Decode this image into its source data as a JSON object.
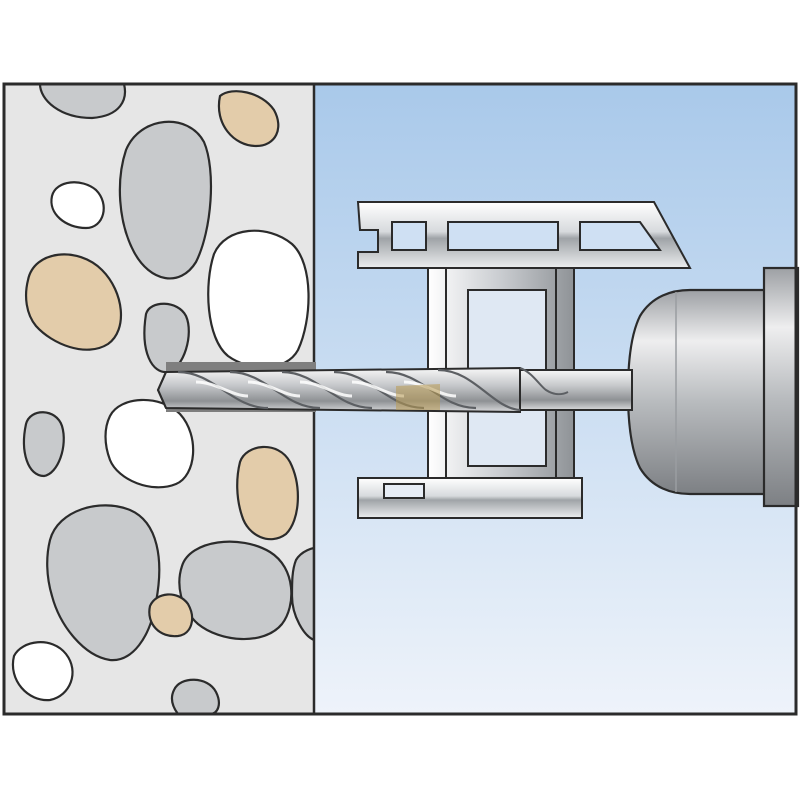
{
  "illustration": {
    "subject": "",
    "layers": [
      "concrete-wall",
      "air-gap",
      "profile-rail",
      "drill-bit",
      "drill-chuck"
    ]
  },
  "colors": {
    "background": "#ffffff",
    "frame_stroke": "#2b2b2b",
    "wall_fill": "#e6e6e6",
    "air_top": "#a9c9ea",
    "air_bottom": "#eef3fa",
    "stone_grey": "#c8cacc",
    "stone_beige": "#e3ccaa",
    "stone_white": "#ffffff",
    "metal_light": "#f2f2f2",
    "metal_dark": "#8c8f93",
    "brass": "#b99a52"
  }
}
